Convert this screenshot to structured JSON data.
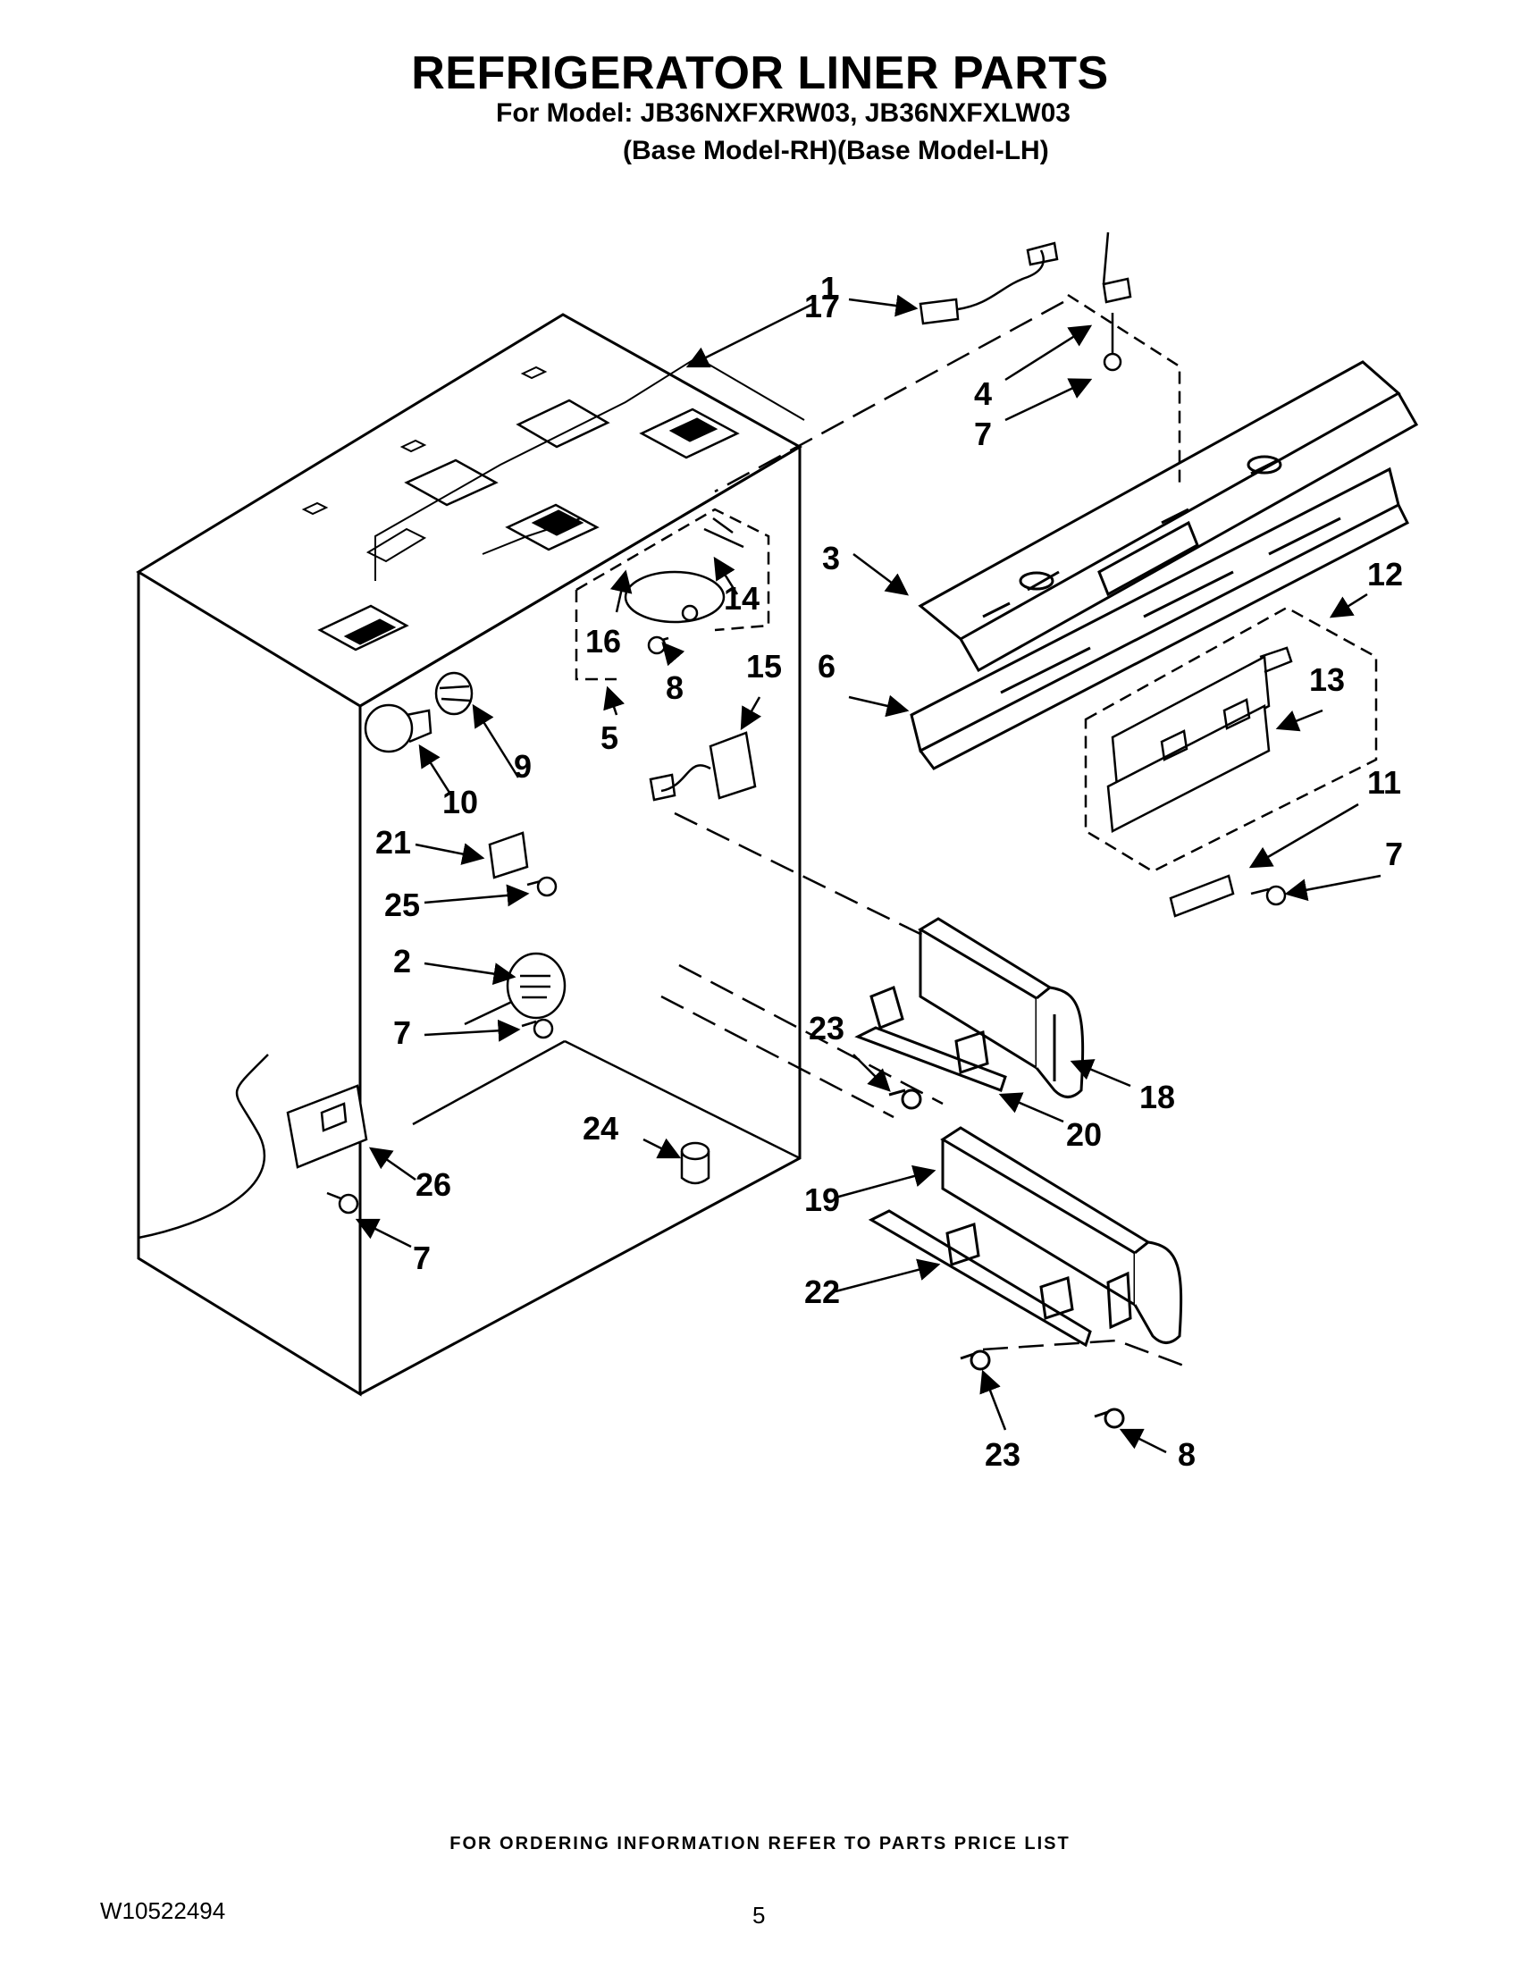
{
  "header": {
    "title": "REFRIGERATOR LINER PARTS",
    "models_line": "For Model: JB36NXFXRW03, JB36NXFXLW03",
    "base_models_line": "(Base Model-RH)(Base Model-LH)"
  },
  "callouts": {
    "c1": "1",
    "c17": "17",
    "c4": "4",
    "c7a": "7",
    "c3": "3",
    "c12": "12",
    "c14": "14",
    "c16": "16",
    "c8a": "8",
    "c5": "5",
    "c15": "15",
    "c6": "6",
    "c13": "13",
    "c11": "11",
    "c7b": "7",
    "c9": "9",
    "c10": "10",
    "c21": "21",
    "c25": "25",
    "c2": "2",
    "c7c": "7",
    "c23a": "23",
    "c18": "18",
    "c20": "20",
    "c24": "24",
    "c26": "26",
    "c19": "19",
    "c7d": "7",
    "c22": "22",
    "c23b": "23",
    "c8b": "8"
  },
  "footer": {
    "ordering_note": "FOR ORDERING INFORMATION REFER TO PARTS PRICE LIST",
    "document_number": "W10522494",
    "page_number": "5"
  }
}
